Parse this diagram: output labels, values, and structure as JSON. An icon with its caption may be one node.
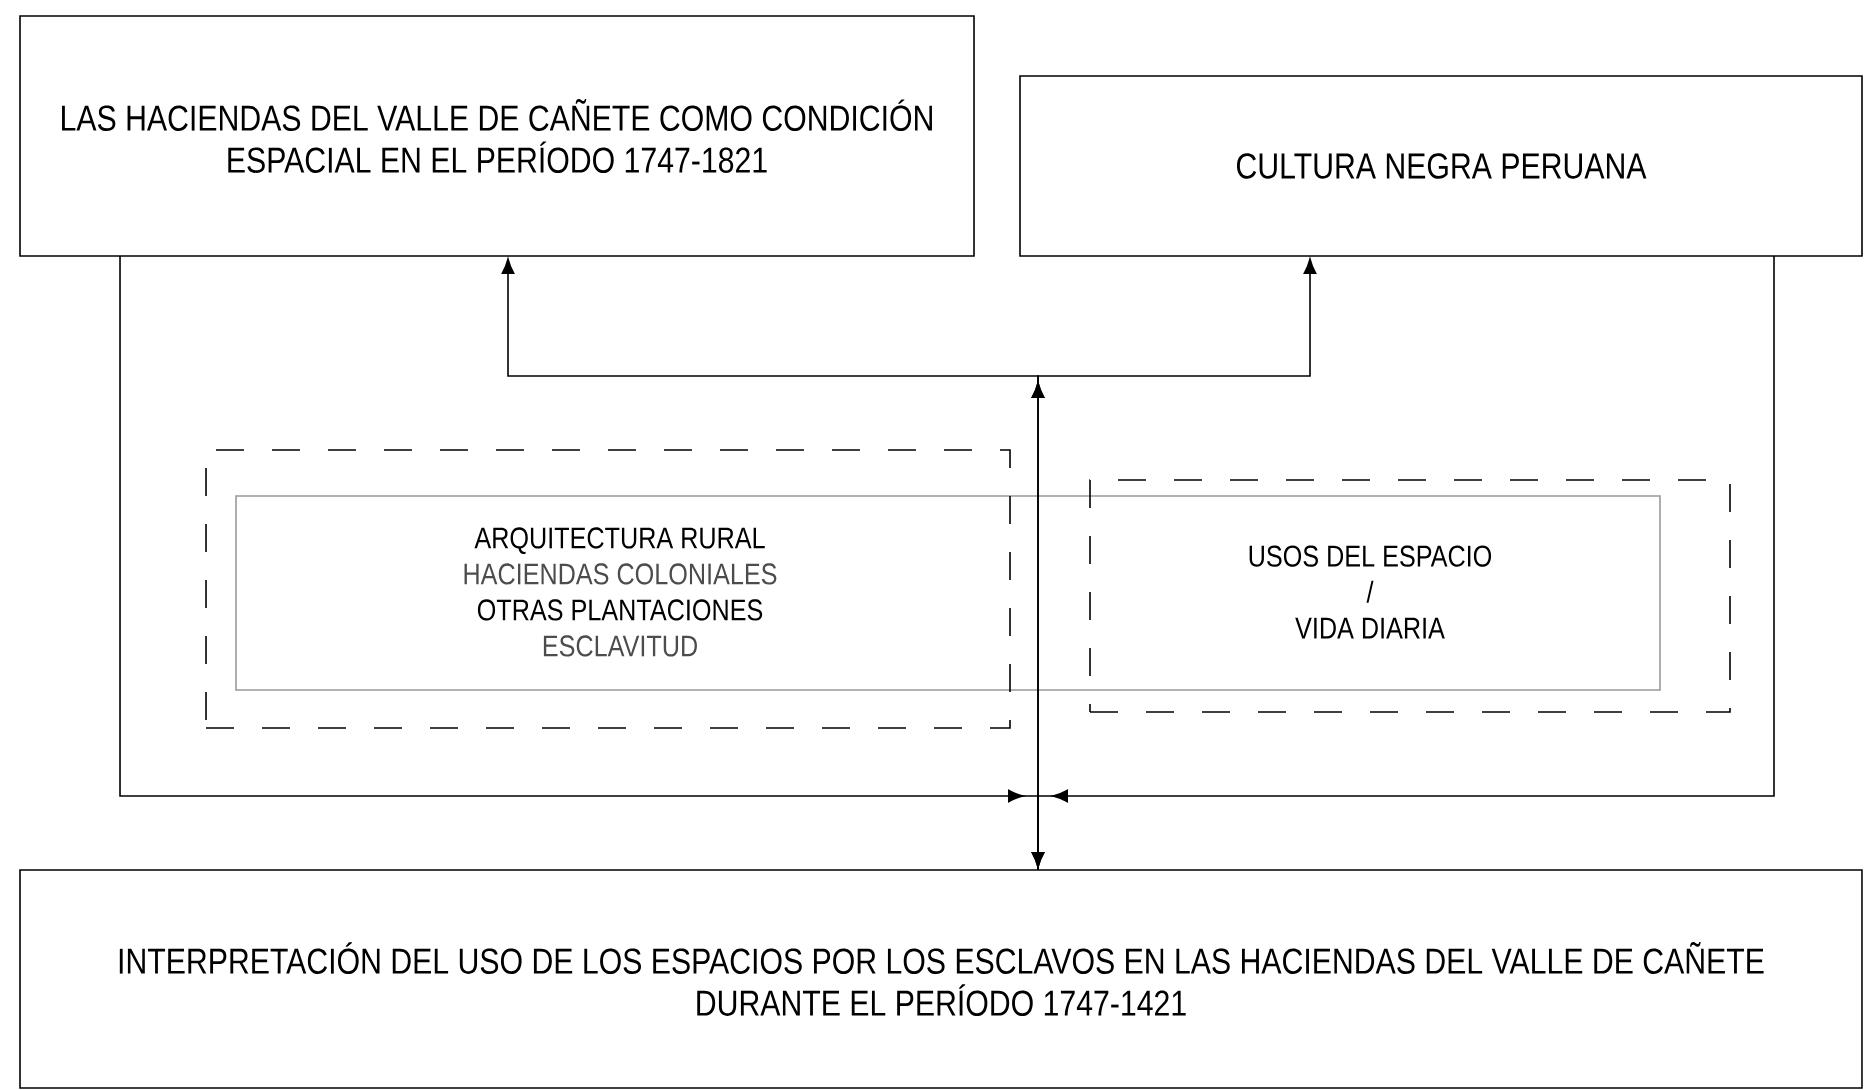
{
  "diagram": {
    "nodes": [
      {
        "text": [
          "LAS HACIENDAS DEL VALLE DE CAÑETE COMO CONDICIÓN ESPACIAL EN EL PERÍODO 1747-1821"
        ]
      },
      {
        "text": [
          "CULTURA NEGRA PERUANA"
        ]
      },
      {
        "text": [
          "ARQUITECTURA RURAL",
          "HACIENDAS COLONIALES",
          "OTRAS PLANTACIONES",
          "ESCLAVITUD"
        ]
      },
      {
        "text": [
          "USOS DEL ESPACIO",
          "/",
          "VIDA DIARIA"
        ]
      },
      {
        "text": [
          "INTERPRETACIÓN DEL USO DE LOS ESPACIOS POR LOS ESCLAVOS EN LAS HACIENDAS DEL VALLE DE CAÑETE DURANTE EL PERÍODO 1747-1421"
        ]
      }
    ],
    "edges": [
      {
        "from": 0,
        "to": 4,
        "arrow": "to"
      },
      {
        "from": 1,
        "to": 4,
        "arrow": "to"
      },
      {
        "from": 4,
        "to": 0,
        "arrow": "to"
      },
      {
        "from": 4,
        "to": 1,
        "arrow": "to"
      }
    ]
  }
}
